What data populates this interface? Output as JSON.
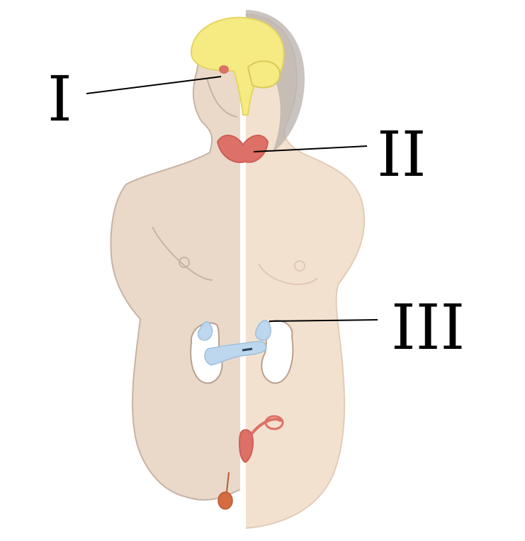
{
  "labels": {
    "one": "I",
    "two": "II",
    "three": "III"
  },
  "colors": {
    "skin_left": "#ead9c9",
    "skin_right": "#f3e1cf",
    "hair": "#b7b0ab",
    "brain": "#f6ea82",
    "gland": "#dd7167",
    "pancreas": "#bcd7ee",
    "gonad": "#d46c3f",
    "line": "#000000",
    "outline": "#c7b3a5"
  },
  "organs": [
    "brain",
    "pituitary-gland",
    "thyroid-gland",
    "adrenal-glands",
    "kidneys",
    "pancreas",
    "ovaries",
    "uterus",
    "testis"
  ]
}
